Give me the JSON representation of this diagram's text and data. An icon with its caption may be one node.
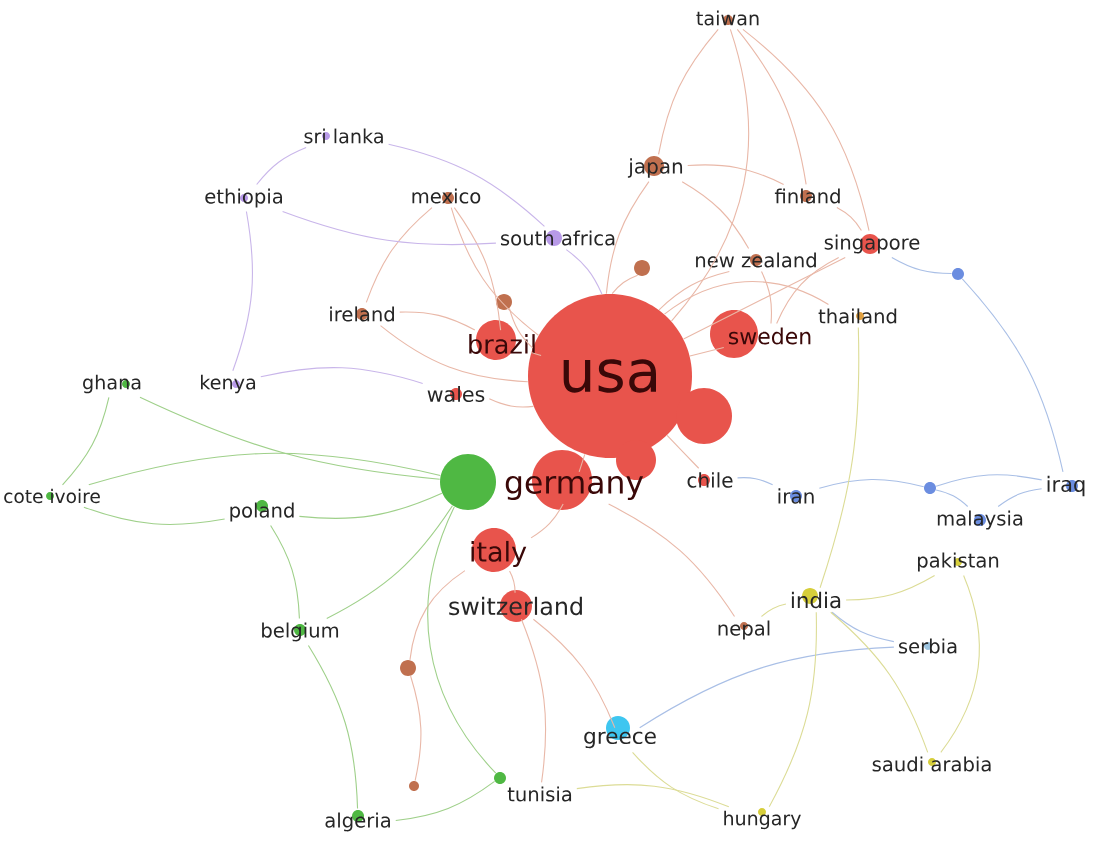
{
  "diagram": {
    "nodes": [
      {
        "text": [
          "taiwan"
        ]
      },
      {
        "text": [
          "sri lanka"
        ]
      },
      {
        "text": [
          "japan"
        ]
      },
      {
        "text": [
          "mexico"
        ]
      },
      {
        "text": [
          "finland"
        ]
      },
      {
        "text": [
          "ethiopia"
        ]
      },
      {
        "text": [
          "south africa"
        ]
      },
      {
        "text": [
          "singapore"
        ]
      },
      {
        "text": [
          "new zealand"
        ]
      },
      {
        "text": [],
        "shape": "circle"
      },
      {
        "text": [],
        "shape": "circle"
      },
      {
        "text": [],
        "shape": "circle"
      },
      {
        "text": [
          "ireland"
        ]
      },
      {
        "text": [
          "thailand"
        ]
      },
      {
        "text": [
          "sweden"
        ]
      },
      {
        "text": [
          "brazil"
        ]
      },
      {
        "text": [
          "usa"
        ]
      },
      {
        "text": [
          "ghana"
        ]
      },
      {
        "text": [
          "kenya"
        ]
      },
      {
        "text": [
          "wales"
        ]
      },
      {
        "text": [],
        "shape": "circle"
      },
      {
        "text": [],
        "shape": "circle"
      },
      {
        "text": [
          "chile"
        ]
      },
      {
        "text": [],
        "shape": "circle"
      },
      {
        "text": [
          "germany"
        ]
      },
      {
        "text": [
          "iraq"
        ]
      },
      {
        "text": [],
        "shape": "circle"
      },
      {
        "text": [
          "iran"
        ]
      },
      {
        "text": [
          "cote ivoire"
        ]
      },
      {
        "text": [
          "poland"
        ]
      },
      {
        "text": [
          "malaysia"
        ]
      },
      {
        "text": [
          "italy"
        ]
      },
      {
        "text": [
          "pakistan"
        ]
      },
      {
        "text": [
          "india"
        ]
      },
      {
        "text": [
          "switzerland"
        ]
      },
      {
        "text": [
          "nepal"
        ]
      },
      {
        "text": [
          "belgium"
        ]
      },
      {
        "text": [
          "serbia"
        ]
      },
      {
        "text": [],
        "shape": "circle"
      },
      {
        "text": [
          "greece"
        ]
      },
      {
        "text": [
          "saudi arabia"
        ]
      },
      {
        "text": [],
        "shape": "circle"
      },
      {
        "text": [],
        "shape": "circle"
      },
      {
        "text": [
          "tunisia"
        ]
      },
      {
        "text": [
          "algeria"
        ]
      },
      {
        "text": [
          "hungary"
        ]
      }
    ],
    "edges": [
      {
        "from": 16,
        "to": 0,
        "arrow": "none"
      },
      {
        "from": 16,
        "to": 2,
        "arrow": "none"
      },
      {
        "from": 16,
        "to": 3,
        "arrow": "none"
      },
      {
        "from": 16,
        "to": 7,
        "arrow": "none"
      },
      {
        "from": 16,
        "to": 8,
        "arrow": "none"
      },
      {
        "from": 16,
        "to": 12,
        "arrow": "none"
      },
      {
        "from": 16,
        "to": 13,
        "arrow": "none"
      },
      {
        "from": 16,
        "to": 14,
        "arrow": "none"
      },
      {
        "from": 16,
        "to": 15,
        "arrow": "none"
      },
      {
        "from": 16,
        "to": 22,
        "arrow": "none"
      },
      {
        "from": 16,
        "to": 24,
        "arrow": "none"
      },
      {
        "from": 16,
        "to": 9,
        "arrow": "none"
      },
      {
        "from": 16,
        "to": 11,
        "arrow": "none"
      },
      {
        "from": 16,
        "to": 19,
        "arrow": "none"
      },
      {
        "from": 2,
        "to": 0,
        "arrow": "none"
      },
      {
        "from": 0,
        "to": 4,
        "arrow": "none"
      },
      {
        "from": 0,
        "to": 7,
        "arrow": "none"
      },
      {
        "from": 2,
        "to": 4,
        "arrow": "none"
      },
      {
        "from": 2,
        "to": 8,
        "arrow": "none"
      },
      {
        "from": 4,
        "to": 7,
        "arrow": "none"
      },
      {
        "from": 7,
        "to": 14,
        "arrow": "none"
      },
      {
        "from": 8,
        "to": 14,
        "arrow": "none"
      },
      {
        "from": 12,
        "to": 3,
        "arrow": "none"
      },
      {
        "from": 12,
        "to": 15,
        "arrow": "none"
      },
      {
        "from": 3,
        "to": 15,
        "arrow": "none"
      },
      {
        "from": 24,
        "to": 31,
        "arrow": "none"
      },
      {
        "from": 31,
        "to": 34,
        "arrow": "none"
      },
      {
        "from": 31,
        "to": 38,
        "arrow": "none"
      },
      {
        "from": 38,
        "to": 42,
        "arrow": "none"
      },
      {
        "from": 34,
        "to": 39,
        "arrow": "none"
      },
      {
        "from": 34,
        "to": 43,
        "arrow": "none"
      },
      {
        "from": 24,
        "to": 35,
        "arrow": "none"
      },
      {
        "from": 23,
        "to": 29,
        "arrow": "none",
        "color": "#9fd08a"
      },
      {
        "from": 23,
        "to": 28,
        "arrow": "none",
        "color": "#9fd08a"
      },
      {
        "from": 23,
        "to": 17,
        "arrow": "none",
        "color": "#9fd08a"
      },
      {
        "from": 23,
        "to": 36,
        "arrow": "none",
        "color": "#9fd08a"
      },
      {
        "from": 29,
        "to": 28,
        "arrow": "none",
        "color": "#9fd08a"
      },
      {
        "from": 17,
        "to": 28,
        "arrow": "none",
        "color": "#9fd08a"
      },
      {
        "from": 36,
        "to": 44,
        "arrow": "none",
        "color": "#9fd08a"
      },
      {
        "from": 41,
        "to": 44,
        "arrow": "none",
        "color": "#9fd08a"
      },
      {
        "from": 29,
        "to": 36,
        "arrow": "none",
        "color": "#9fd08a"
      },
      {
        "from": 23,
        "to": 41,
        "arrow": "none",
        "color": "#9fd08a"
      },
      {
        "from": 5,
        "to": 1,
        "arrow": "none",
        "color": "#c9b6ea"
      },
      {
        "from": 5,
        "to": 6,
        "arrow": "none",
        "color": "#c9b6ea"
      },
      {
        "from": 1,
        "to": 6,
        "arrow": "none",
        "color": "#c9b6ea"
      },
      {
        "from": 5,
        "to": 18,
        "arrow": "none",
        "color": "#c9b6ea"
      },
      {
        "from": 18,
        "to": 19,
        "arrow": "none",
        "color": "#c9b6ea"
      },
      {
        "from": 6,
        "to": 16,
        "arrow": "none",
        "color": "#c9b6ea"
      },
      {
        "from": 10,
        "to": 7,
        "arrow": "none",
        "color": "#a9bfe6"
      },
      {
        "from": 10,
        "to": 25,
        "arrow": "none",
        "color": "#a9bfe6"
      },
      {
        "from": 26,
        "to": 25,
        "arrow": "none",
        "color": "#a9bfe6"
      },
      {
        "from": 26,
        "to": 30,
        "arrow": "none",
        "color": "#a9bfe6"
      },
      {
        "from": 30,
        "to": 25,
        "arrow": "none",
        "color": "#a9bfe6"
      },
      {
        "from": 27,
        "to": 26,
        "arrow": "none",
        "color": "#a9bfe6"
      },
      {
        "from": 22,
        "to": 27,
        "arrow": "none",
        "color": "#a9bfe6"
      },
      {
        "from": 37,
        "to": 33,
        "arrow": "none",
        "color": "#a9bfe6"
      },
      {
        "from": 39,
        "to": 37,
        "arrow": "none",
        "color": "#a9bfe6"
      },
      {
        "from": 33,
        "to": 40,
        "arrow": "none",
        "color": "#dcdc96"
      },
      {
        "from": 33,
        "to": 45,
        "arrow": "none",
        "color": "#dcdc96"
      },
      {
        "from": 32,
        "to": 33,
        "arrow": "none",
        "color": "#dcdc96"
      },
      {
        "from": 40,
        "to": 32,
        "arrow": "none",
        "color": "#dcdc96"
      },
      {
        "from": 13,
        "to": 33,
        "arrow": "none",
        "color": "#dcdc96"
      },
      {
        "from": 45,
        "to": 39,
        "arrow": "none",
        "color": "#dcdc96"
      },
      {
        "from": 35,
        "to": 33,
        "arrow": "none",
        "color": "#dcdc96"
      },
      {
        "from": 43,
        "to": 45,
        "arrow": "none",
        "color": "#dcdc96"
      }
    ]
  }
}
